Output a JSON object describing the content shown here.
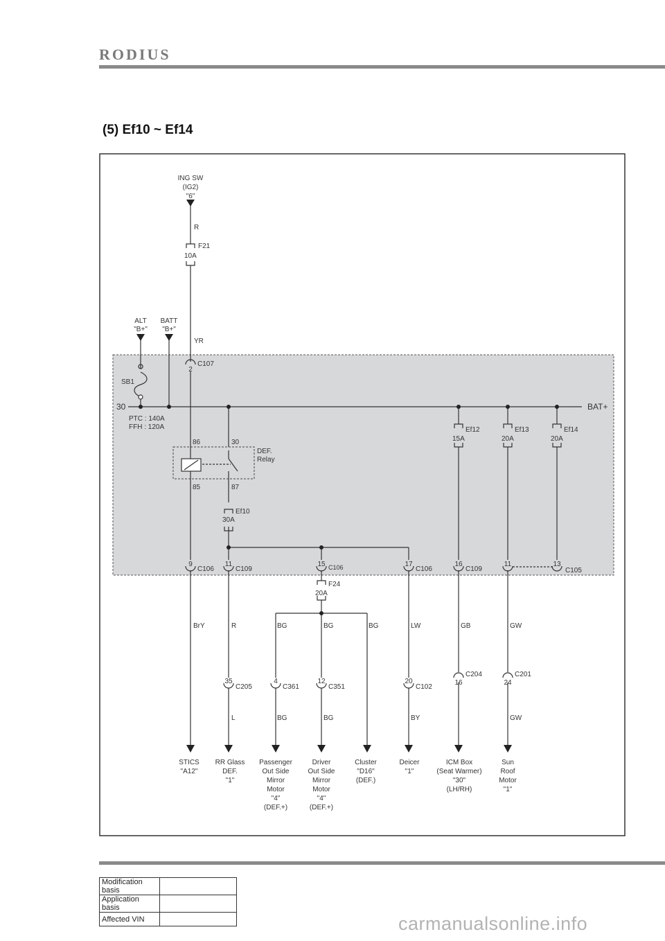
{
  "header": {
    "brand": "RODIUS",
    "title": "(5) Ef10 ~ Ef14"
  },
  "diagram": {
    "ign": [
      "ING SW",
      "(IG2)",
      "\"6\""
    ],
    "alt": [
      "ALT",
      "\"B+\""
    ],
    "batt": [
      "BATT",
      "\"B+\""
    ],
    "terminal_30": "30",
    "bat_plus": "BAT+",
    "sb1": "SB1",
    "ptc": "PTC : 140A",
    "ffh": "FFH : 120A",
    "relay": [
      "DEF.",
      "Relay"
    ],
    "pins": {
      "p86": "86",
      "p30": "30",
      "p85": "85",
      "p87": "87"
    },
    "fuses": {
      "f21": {
        "name": "F21",
        "rating": "10A"
      },
      "ef10": {
        "name": "Ef10",
        "rating": "30A"
      },
      "ef12": {
        "name": "Ef12",
        "rating": "15A"
      },
      "ef13": {
        "name": "Ef13",
        "rating": "20A"
      },
      "ef14": {
        "name": "Ef14",
        "rating": "20A"
      },
      "f24": {
        "name": "F24",
        "rating": "20A"
      }
    },
    "connectors": {
      "c107": {
        "pin": "2",
        "name": "C107"
      },
      "c106a": {
        "pin": "9",
        "name": "C106"
      },
      "c109a": {
        "pin": "11",
        "name": "C109"
      },
      "c106b": {
        "pin": "15",
        "name": "C106"
      },
      "c106c": {
        "pin": "17",
        "name": "C106"
      },
      "c109b": {
        "pin": "16",
        "name": "C109"
      },
      "c105a": {
        "pin": "11"
      },
      "c105b": {
        "pin": "13",
        "name": "C105"
      },
      "c205": {
        "pin": "35",
        "name": "C205"
      },
      "c361": {
        "pin": "4",
        "name": "C361"
      },
      "c351": {
        "pin": "12",
        "name": "C351"
      },
      "c102": {
        "pin": "20",
        "name": "C102"
      },
      "c204": {
        "pin": "16",
        "name": "C204"
      },
      "c201": {
        "pin": "24",
        "name": "C201"
      }
    },
    "wires": {
      "r_top": "R",
      "yr": "YR",
      "bry": "BrY",
      "r2": "R",
      "bg1": "BG",
      "bg2": "BG",
      "bg3": "BG",
      "lw": "LW",
      "gb": "GB",
      "gw": "GW",
      "l": "L",
      "bg4": "BG",
      "bg5": "BG",
      "by": "BY",
      "gw2": "GW"
    },
    "destinations": {
      "stics": [
        "STICS",
        "\"A12\""
      ],
      "rrglass": [
        "RR Glass",
        "DEF.",
        "\"1\""
      ],
      "passenger": [
        "Passenger",
        "Out Side",
        "Mirror",
        "Motor",
        "\"4\"",
        "(DEF.+)"
      ],
      "driver": [
        "Driver",
        "Out Side",
        "Mirror",
        "Motor",
        "\"4\"",
        "(DEF.+)"
      ],
      "cluster": [
        "Cluster",
        "\"D16\"",
        "(DEF.)"
      ],
      "deicer": [
        "Deicer",
        "\"1\""
      ],
      "icm": [
        "ICM Box",
        "(Seat Warmer)",
        "\"30\"",
        "(LH/RH)"
      ],
      "sunroof": [
        "Sun",
        "Roof",
        "Motor",
        "\"1\""
      ]
    }
  },
  "footer": {
    "rows": [
      {
        "label": "Modification basis",
        "value": ""
      },
      {
        "label": "Application basis",
        "value": ""
      },
      {
        "label": "Affected VIN",
        "value": ""
      }
    ]
  },
  "watermark": "carmanualsonline.info"
}
